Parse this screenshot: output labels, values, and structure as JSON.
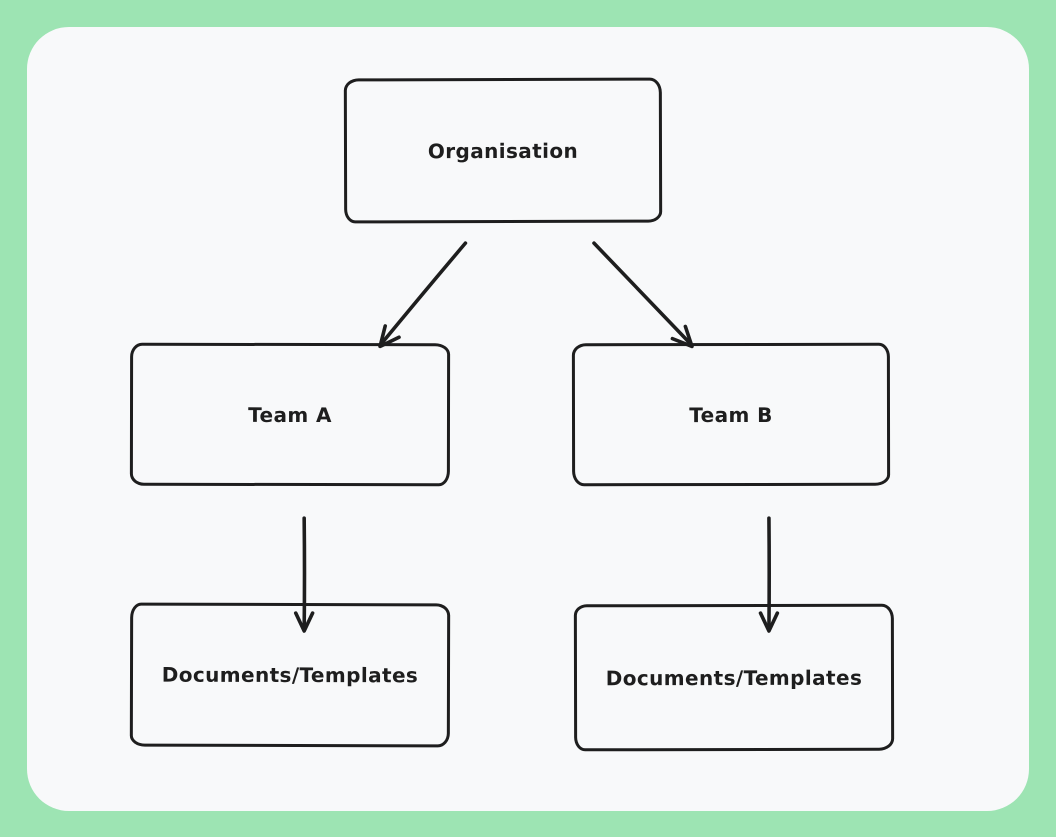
{
  "diagram": {
    "background_color": "#9de4b3",
    "canvas_color": "#f8f9fa",
    "stroke_color": "#1e1e1e",
    "nodes": [
      {
        "id": "organisation",
        "label": "Organisation"
      },
      {
        "id": "team-a",
        "label": "Team A"
      },
      {
        "id": "team-b",
        "label": "Team B"
      },
      {
        "id": "documents-a",
        "label": "Documents/Templates"
      },
      {
        "id": "documents-b",
        "label": "Documents/Templates"
      }
    ],
    "edges": [
      {
        "from": "organisation",
        "to": "team-a"
      },
      {
        "from": "organisation",
        "to": "team-b"
      },
      {
        "from": "team-a",
        "to": "documents-a"
      },
      {
        "from": "team-b",
        "to": "documents-b"
      }
    ]
  }
}
